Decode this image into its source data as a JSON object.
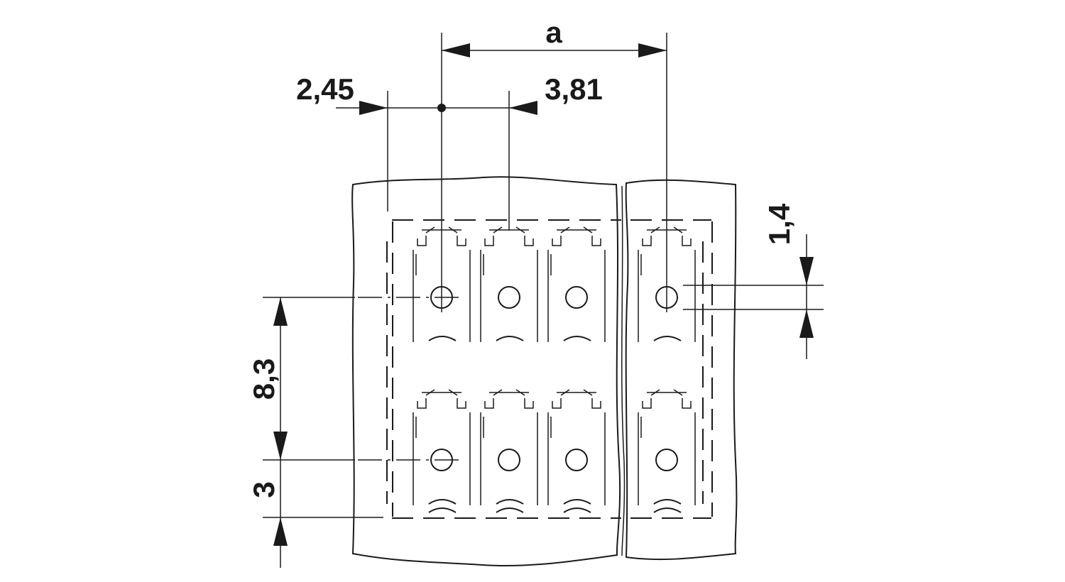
{
  "dimensions": {
    "a": "a",
    "d245": "2,45",
    "d381": "3,81",
    "d14": "1,4",
    "d83": "8,3",
    "d3": "3"
  },
  "colors": {
    "line": "#1a1a1a",
    "background": "#ffffff"
  }
}
